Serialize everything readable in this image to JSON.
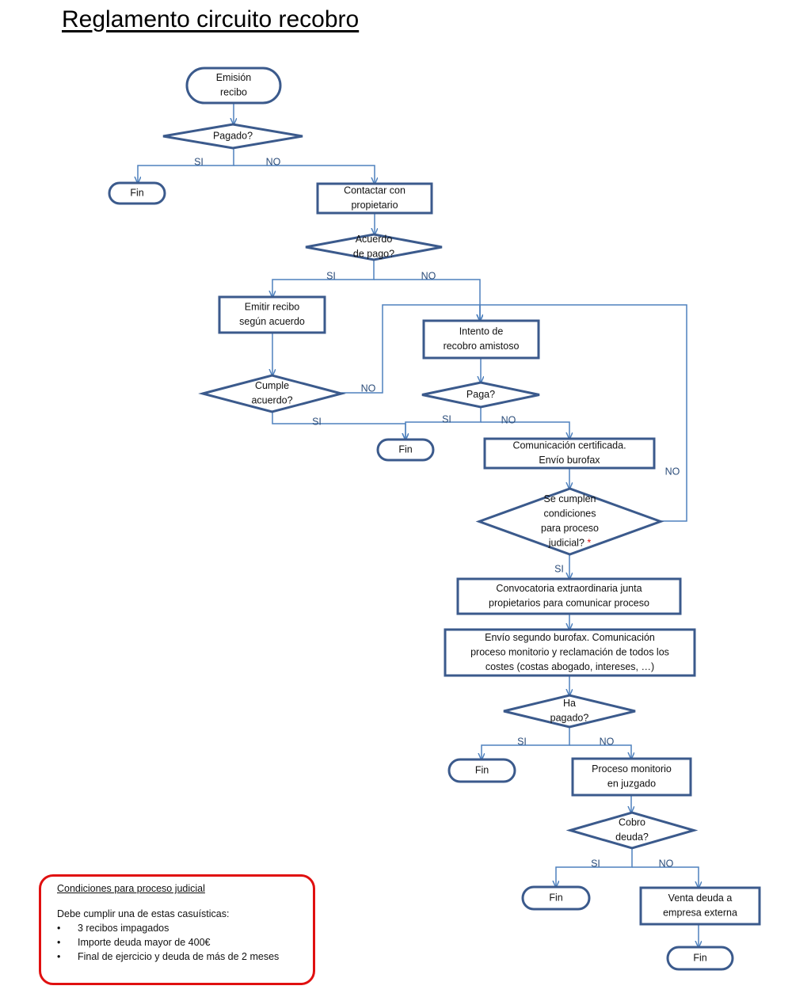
{
  "title": "Reglamento circuito recobro",
  "nodes": [
    {
      "id": "emision",
      "type": "terminator",
      "lines": [
        "Emisión",
        "recibo"
      ]
    },
    {
      "id": "pagado",
      "type": "decision",
      "lines": [
        "Pagado?"
      ]
    },
    {
      "id": "fin1",
      "type": "terminator",
      "lines": [
        "Fin"
      ]
    },
    {
      "id": "contactar",
      "type": "process",
      "lines": [
        "Contactar con",
        "propietario"
      ]
    },
    {
      "id": "acuerdo",
      "type": "decision",
      "lines": [
        "Acuerdo",
        "de pago?"
      ]
    },
    {
      "id": "emitir",
      "type": "process",
      "lines": [
        "Emitir recibo",
        "según acuerdo"
      ]
    },
    {
      "id": "intento",
      "type": "process",
      "lines": [
        "Intento de",
        "recobro amistoso"
      ]
    },
    {
      "id": "cumple",
      "type": "decision",
      "lines": [
        "Cumple",
        "acuerdo?"
      ]
    },
    {
      "id": "paga",
      "type": "decision",
      "lines": [
        "Paga?"
      ]
    },
    {
      "id": "fin2",
      "type": "terminator",
      "lines": [
        "Fin"
      ]
    },
    {
      "id": "comunicacion",
      "type": "process",
      "lines": [
        "Comunicación certificada.",
        "Envío burofax"
      ]
    },
    {
      "id": "condiciones",
      "type": "decision",
      "lines": [
        "Se cumplen",
        "condiciones",
        "para proceso",
        "judicial?"
      ],
      "marker": "*"
    },
    {
      "id": "convocatoria",
      "type": "process",
      "lines": [
        "Convocatoria extraordinaria junta",
        "propietarios para comunicar proceso"
      ]
    },
    {
      "id": "segundo",
      "type": "process",
      "lines": [
        "Envío segundo burofax. Comunicación",
        "proceso monitorio y reclamación de todos los",
        "costes (costas abogado, intereses, …)"
      ]
    },
    {
      "id": "hapagado",
      "type": "decision",
      "lines": [
        "Ha",
        "pagado?"
      ]
    },
    {
      "id": "fin3",
      "type": "terminator",
      "lines": [
        "Fin"
      ]
    },
    {
      "id": "monitorio",
      "type": "process",
      "lines": [
        "Proceso monitorio",
        "en juzgado"
      ]
    },
    {
      "id": "cobro",
      "type": "decision",
      "lines": [
        "Cobro",
        "deuda?"
      ]
    },
    {
      "id": "fin4",
      "type": "terminator",
      "lines": [
        "Fin"
      ]
    },
    {
      "id": "venta",
      "type": "process",
      "lines": [
        "Venta deuda a",
        "empresa externa"
      ]
    },
    {
      "id": "fin5",
      "type": "terminator",
      "lines": [
        "Fin"
      ]
    }
  ],
  "edges": [
    {
      "from": "emision",
      "to": "pagado",
      "label": ""
    },
    {
      "from": "pagado",
      "to": "fin1",
      "label": "SI"
    },
    {
      "from": "pagado",
      "to": "contactar",
      "label": "NO"
    },
    {
      "from": "contactar",
      "to": "acuerdo",
      "label": ""
    },
    {
      "from": "acuerdo",
      "to": "emitir",
      "label": "SI"
    },
    {
      "from": "acuerdo",
      "to": "intento",
      "label": "NO"
    },
    {
      "from": "emitir",
      "to": "cumple",
      "label": ""
    },
    {
      "from": "cumple",
      "to": "intento",
      "label": "NO"
    },
    {
      "from": "cumple",
      "to": "fin2",
      "label": "SI"
    },
    {
      "from": "intento",
      "to": "paga",
      "label": ""
    },
    {
      "from": "paga",
      "to": "fin2",
      "label": "SI"
    },
    {
      "from": "paga",
      "to": "comunicacion",
      "label": "NO"
    },
    {
      "from": "comunicacion",
      "to": "condiciones",
      "label": ""
    },
    {
      "from": "condiciones",
      "to": "intento",
      "label": "NO"
    },
    {
      "from": "condiciones",
      "to": "convocatoria",
      "label": "SI"
    },
    {
      "from": "convocatoria",
      "to": "segundo",
      "label": ""
    },
    {
      "from": "segundo",
      "to": "hapagado",
      "label": ""
    },
    {
      "from": "hapagado",
      "to": "fin3",
      "label": "SI"
    },
    {
      "from": "hapagado",
      "to": "monitorio",
      "label": "NO"
    },
    {
      "from": "monitorio",
      "to": "cobro",
      "label": ""
    },
    {
      "from": "cobro",
      "to": "fin4",
      "label": "SI"
    },
    {
      "from": "cobro",
      "to": "venta",
      "label": "NO"
    },
    {
      "from": "venta",
      "to": "fin5",
      "label": ""
    }
  ],
  "notes": {
    "heading": "Condiciones para proceso judicial",
    "intro": "Debe cumplir una de estas casuísticas:",
    "items": [
      "3 recibos impagados",
      "Importe deuda mayor de 400€",
      "Final de ejercicio y deuda de más de 2 meses"
    ]
  },
  "colors": {
    "shape_stroke": "#3b5a8c",
    "connector": "#4f81bd",
    "marker": "#e01010",
    "notes_border": "#e01010"
  }
}
